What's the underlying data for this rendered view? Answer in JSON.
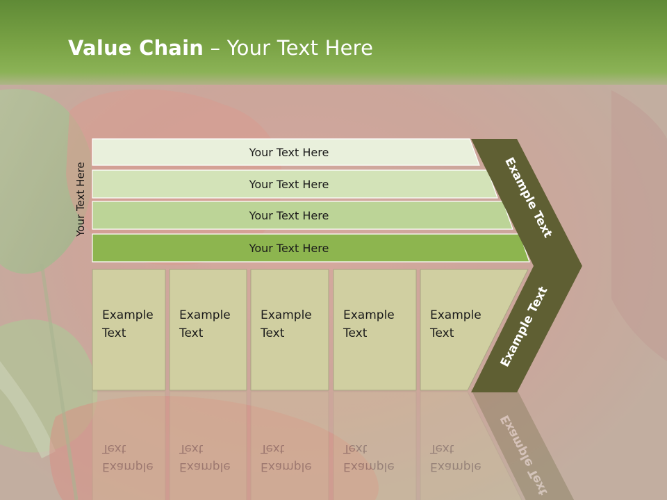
{
  "slide": {
    "title_bold": "Value Chain",
    "title_rest": " – Your Text Here",
    "vertical_label": "Your Text Here"
  },
  "support_bars": [
    {
      "label": "Your Text Here",
      "fill": "#e9f0dc"
    },
    {
      "label": "Your Text Here",
      "fill": "#d3e3b8"
    },
    {
      "label": "Your Text Here",
      "fill": "#bcd497"
    },
    {
      "label": "Your Text Here",
      "fill": "#8db54f"
    }
  ],
  "primary_boxes": [
    {
      "line1": "Example",
      "line2": "Text"
    },
    {
      "line1": "Example",
      "line2": "Text"
    },
    {
      "line1": "Example",
      "line2": "Text"
    },
    {
      "line1": "Example",
      "line2": "Text"
    },
    {
      "line1": "Example",
      "line2": "Text"
    }
  ],
  "chevron": {
    "upper_label": "Example Text",
    "lower_label": "Example Text",
    "fill": "#5f5f33"
  },
  "colors": {
    "header_green": "#6f9a3f",
    "box_fill": "#d0cfa1",
    "box_stroke": "#a8a783",
    "chevron_fill": "#5f5f33"
  }
}
